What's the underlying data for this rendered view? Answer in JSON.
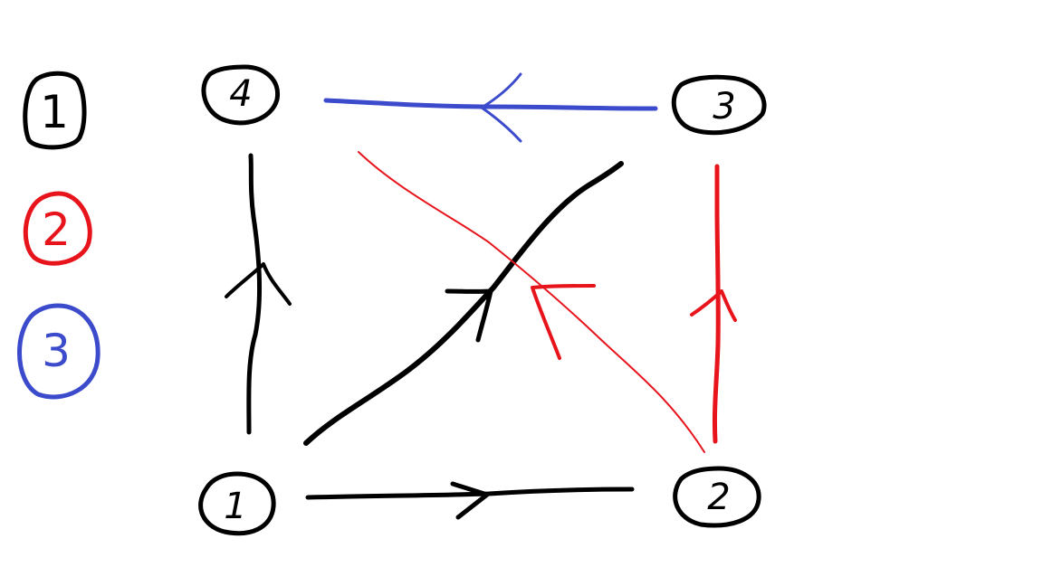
{
  "colors": {
    "ink": "#000000",
    "red": "#e8141c",
    "blue": "#3b4bcc",
    "background": "#ffffff"
  },
  "legend": [
    {
      "label": "1",
      "color": "#000000"
    },
    {
      "label": "2",
      "color": "#e8141c"
    },
    {
      "label": "3",
      "color": "#3b4bcc"
    }
  ],
  "nodes": [
    {
      "id": "n1",
      "label": "1"
    },
    {
      "id": "n2",
      "label": "2"
    },
    {
      "id": "n3",
      "label": "3"
    },
    {
      "id": "n4",
      "label": "4"
    }
  ],
  "edges": [
    {
      "from": "1",
      "to": "2",
      "color": "black"
    },
    {
      "from": "1",
      "to": "4",
      "color": "black"
    },
    {
      "from": "1",
      "to": "3",
      "color": "black"
    },
    {
      "from": "2",
      "to": "3",
      "color": "red"
    },
    {
      "from": "2",
      "to": "4",
      "color": "red"
    },
    {
      "from": "3",
      "to": "4",
      "color": "blue"
    }
  ]
}
